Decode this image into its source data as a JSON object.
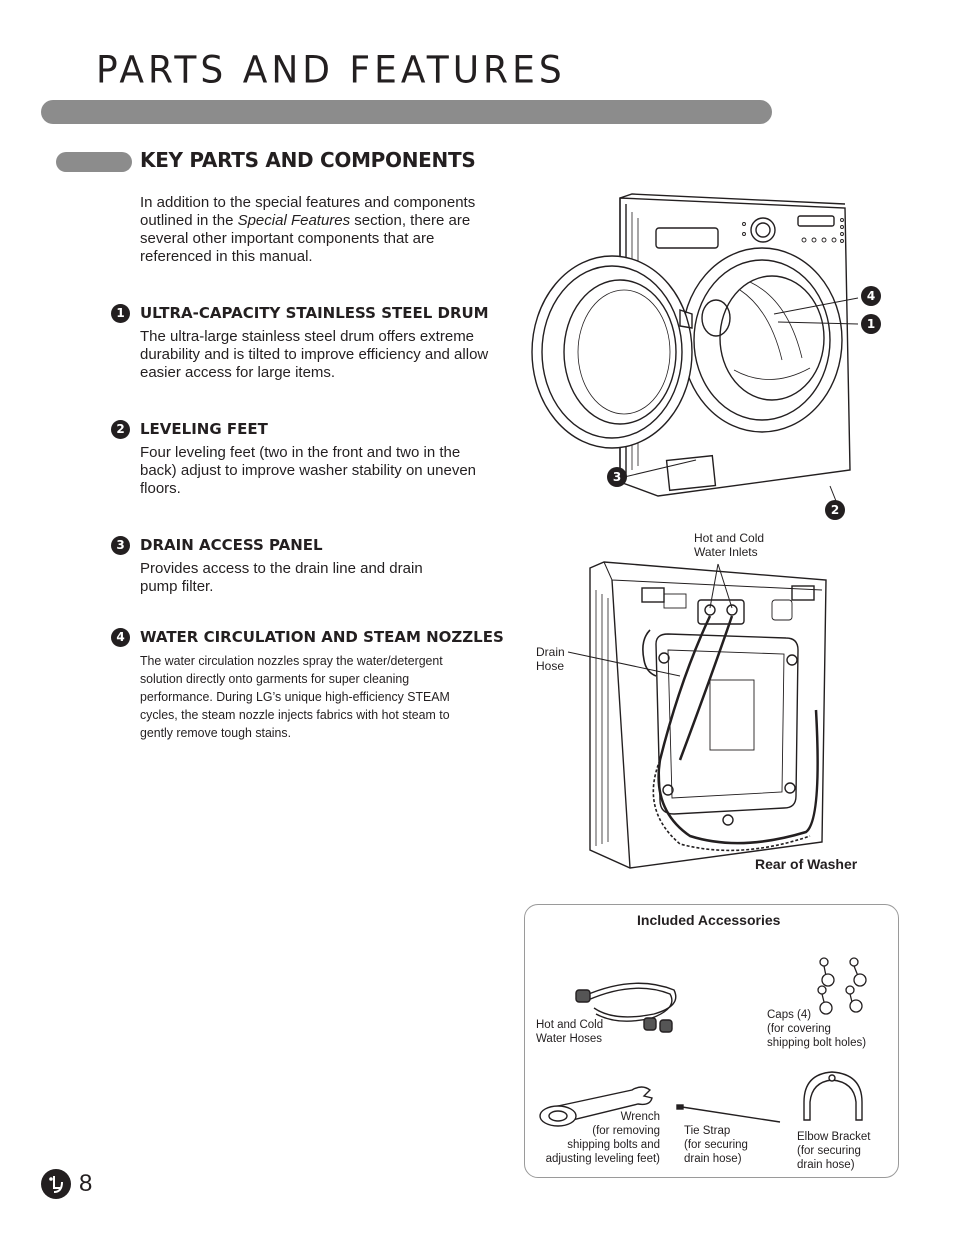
{
  "header": {
    "title": "PARTS AND FEATURES"
  },
  "section": {
    "heading": "KEY PARTS AND COMPONENTS",
    "intro_before": "In addition to the special features and components outlined in the ",
    "intro_italic": "Special Features",
    "intro_after": " section, there are several other important components that are referenced in this manual."
  },
  "features": [
    {
      "num": "1",
      "title": "ULTRA-CAPACITY STAINLESS STEEL DRUM",
      "body": "The ultra-large stainless steel drum offers extreme durability and is tilted to improve efficiency and allow easier access for large items."
    },
    {
      "num": "2",
      "title": "LEVELING FEET",
      "body": "Four leveling feet (two in the front and two in the back) adjust to improve washer stability on uneven floors."
    },
    {
      "num": "3",
      "title": "DRAIN ACCESS PANEL",
      "body": "Provides access to the drain line and drain pump filter."
    },
    {
      "num": "4",
      "title": "WATER CIRCULATION AND STEAM NOZZLES",
      "body": "The water circulation nozzles spray the water/detergent solution directly onto garments for super cleaning performance. During LG’s unique high-efficiency STEAM cycles, the steam nozzle injects fabrics with hot steam to gently remove tough stains."
    }
  ],
  "front_callouts": {
    "c4": "4",
    "c1": "1",
    "c3": "3",
    "c2": "2"
  },
  "rear": {
    "inlets_label_1": "Hot and Cold",
    "inlets_label_2": "Water Inlets",
    "drain_label_1": "Drain",
    "drain_label_2": "Hose",
    "caption": "Rear of Washer"
  },
  "accessories": {
    "title": "Included Accessories",
    "hoses": [
      "Hot and Cold",
      "Water Hoses"
    ],
    "caps": [
      "Caps (4)",
      "(for covering",
      "shipping bolt holes)"
    ],
    "wrench": [
      "Wrench",
      "(for removing",
      "shipping bolts and",
      "adjusting leveling feet)"
    ],
    "tie": [
      "Tie Strap",
      "(for securing",
      "drain hose)"
    ],
    "elbow": [
      "Elbow Bracket",
      "(for securing",
      "drain hose)"
    ]
  },
  "footer": {
    "page_number": "8",
    "logo": "lg-logo-icon"
  }
}
